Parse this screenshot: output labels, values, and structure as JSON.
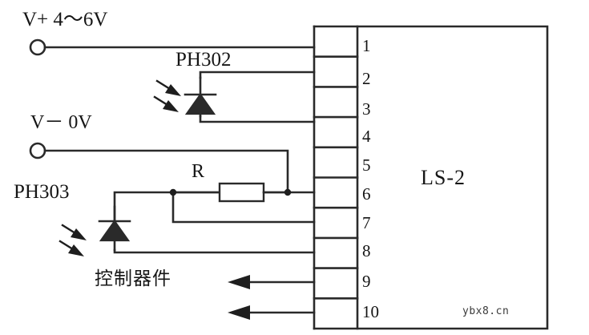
{
  "diagram": {
    "title_label": "LS-2",
    "watermark": "ybx8.cn",
    "supply_positive": "V+  4～6V",
    "supply_negative": "V－ 0V",
    "component_photodiode_1": "PH302",
    "component_photodiode_2": "PH303",
    "component_resistor": "R",
    "control_device_label": "控制器件",
    "colors": {
      "ink": "#161616",
      "wire": "#2a2a2a",
      "background": "#ffffff"
    }
  },
  "terminal_block": {
    "pins": [
      {
        "number": "1"
      },
      {
        "number": "2"
      },
      {
        "number": "3"
      },
      {
        "number": "4"
      },
      {
        "number": "5"
      },
      {
        "number": "6"
      },
      {
        "number": "7"
      },
      {
        "number": "8"
      },
      {
        "number": "9"
      },
      {
        "number": "10"
      }
    ]
  }
}
